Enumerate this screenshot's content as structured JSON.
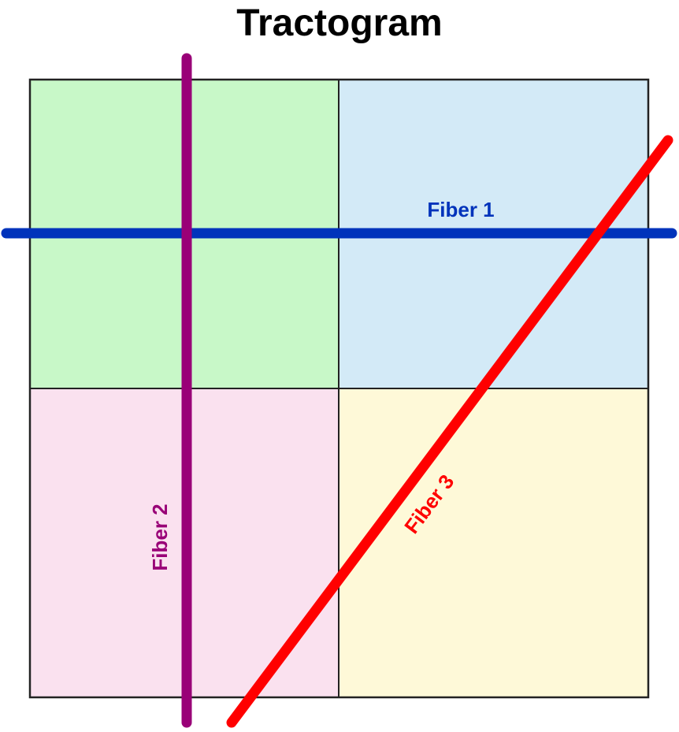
{
  "title": "Tractogram",
  "grid": {
    "cells": [
      {
        "name": "top-left",
        "color": "#c8f8c8"
      },
      {
        "name": "top-right",
        "color": "#d3eaf7"
      },
      {
        "name": "bottom-left",
        "color": "#fae1ef"
      },
      {
        "name": "bottom-right",
        "color": "#fef9d8"
      }
    ],
    "border_color": "#222222"
  },
  "fibers": [
    {
      "label": "Fiber 1",
      "color": "#0033bb",
      "orientation": "horizontal"
    },
    {
      "label": "Fiber 2",
      "color": "#990077",
      "orientation": "vertical"
    },
    {
      "label": "Fiber 3",
      "color": "#ff0000",
      "orientation": "diagonal"
    }
  ]
}
